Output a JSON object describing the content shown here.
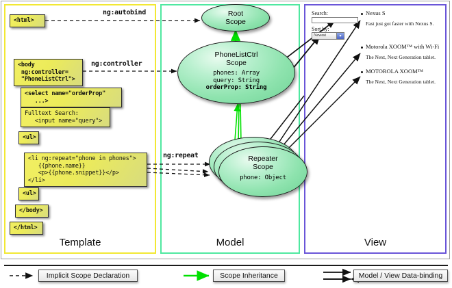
{
  "columns": [
    {
      "key": "template",
      "label": "Template",
      "border_color": "#f2e833"
    },
    {
      "key": "model",
      "label": "Model",
      "border_color": "#4fe8a0"
    },
    {
      "key": "view",
      "label": "View",
      "border_color": "#6a55d8"
    }
  ],
  "template": {
    "boxes": [
      {
        "id": "html-open",
        "text": "<html>"
      },
      {
        "id": "body-open",
        "text": "<body\n ng:controller=\n \"PhoneListCtrl\">"
      },
      {
        "id": "select",
        "text": "<select name=\"orderProp\"\n   ...>"
      },
      {
        "id": "fulltext",
        "text": "Fulltext Search:\n   <input name=\"query\">"
      },
      {
        "id": "ul-open",
        "text": "<ul>"
      },
      {
        "id": "li-repeat",
        "text": "<li ng:repeat=\"phone in phones\">\n   {{phone.name}}\n   <p>{{phone.snippet}}</p>\n</li>"
      },
      {
        "id": "ul-close",
        "text": "<ul>"
      },
      {
        "id": "body-close",
        "text": "</body>"
      },
      {
        "id": "html-close",
        "text": "</html>"
      }
    ]
  },
  "model": {
    "scopes": [
      {
        "id": "root",
        "title": "Root\nScope",
        "title_lines": [
          "Root",
          "Scope"
        ],
        "props": []
      },
      {
        "id": "phonelistctrl",
        "title_lines": [
          "PhoneListCtrl",
          "Scope"
        ],
        "props": [
          {
            "text": "phones: Array",
            "bold": false
          },
          {
            "text": "query: String",
            "bold": false
          },
          {
            "text": "orderProp: String",
            "bold": true
          }
        ]
      },
      {
        "id": "repeater",
        "title_lines": [
          "Repeater",
          "Scope"
        ],
        "props": [
          {
            "text": "phone: Object",
            "bold": false
          }
        ]
      }
    ]
  },
  "connectors": {
    "ng_autobind": "ng:autobind",
    "ng_controller": "ng:controller",
    "ng_repeat": "ng:repeat"
  },
  "view": {
    "search_label": "Search:",
    "search_value": "",
    "sort_label": "Sort by:",
    "sort_selected": "Newest",
    "sort_options": [
      "Newest"
    ],
    "phones": [
      {
        "name": "Nexus S",
        "snippet": "Fast just got faster with Nexus S."
      },
      {
        "name": "Motorola XOOM™  with Wi-Fi",
        "snippet": "The Next, Next Generation tablet."
      },
      {
        "name": "MOTOROLA XOOM™",
        "snippet": "The Next, Next Generation tablet."
      }
    ]
  },
  "legend": [
    {
      "id": "implicit-scope-declaration",
      "label": "Implicit Scope Declaration",
      "style": "dashed",
      "color": "#111111"
    },
    {
      "id": "scope-inheritance",
      "label": "Scope Inheritance",
      "style": "solid-green",
      "color": "#00e000"
    },
    {
      "id": "model-view-data-binding",
      "label": "Model / View Data-binding",
      "style": "double-arrow",
      "color": "#111111"
    }
  ]
}
